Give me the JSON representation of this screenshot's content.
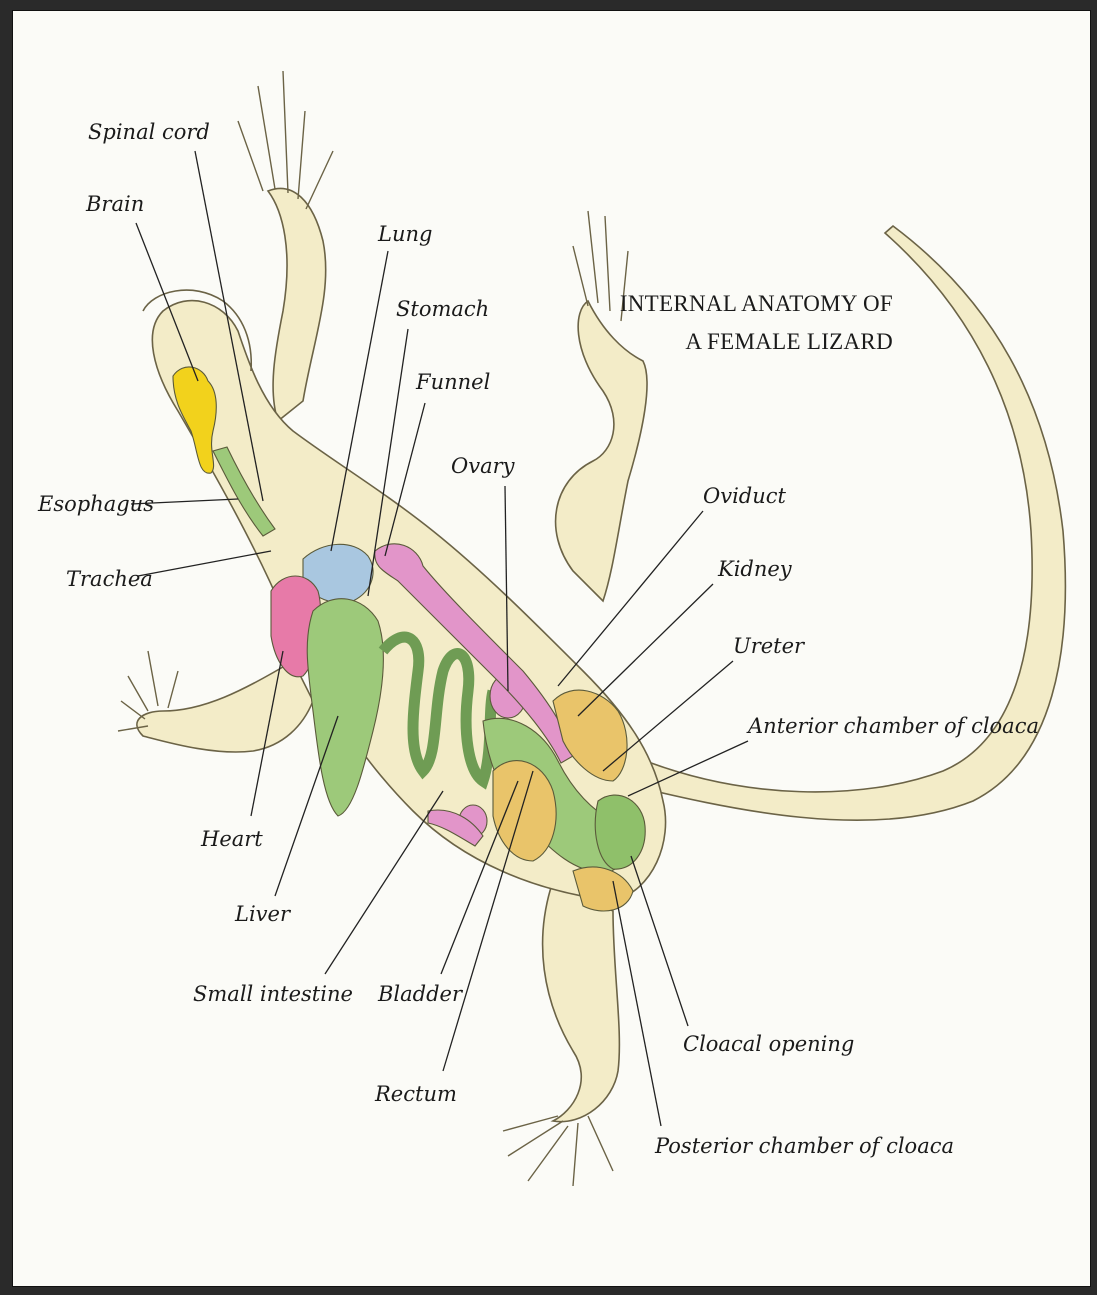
{
  "title": {
    "line1": "INTERNAL ANATOMY OF",
    "line2": "A FEMALE LIZARD"
  },
  "labels": {
    "spinal_cord": "Spinal cord",
    "brain": "Brain",
    "lung": "Lung",
    "stomach": "Stomach",
    "funnel": "Funnel",
    "ovary": "Ovary",
    "esophagus": "Esophagus",
    "trachea": "Trachea",
    "oviduct": "Oviduct",
    "kidney": "Kidney",
    "ureter": "Ureter",
    "anterior_chamber": "Anterior chamber of cloaca",
    "heart": "Heart",
    "liver": "Liver",
    "small_intestine": "Small intestine",
    "bladder": "Bladder",
    "rectum": "Rectum",
    "cloacal_opening": "Cloacal opening",
    "posterior_chamber": "Posterior chamber of cloaca"
  },
  "colors": {
    "body": "#f3ecc8",
    "outline": "#6b6346",
    "brain": "#f2d21c",
    "lung": "#a9c7e0",
    "heart": "#e77aa8",
    "digestive": "#9dc97a",
    "oviduct": "#e295c9",
    "cloaca": "#e9c46a"
  }
}
